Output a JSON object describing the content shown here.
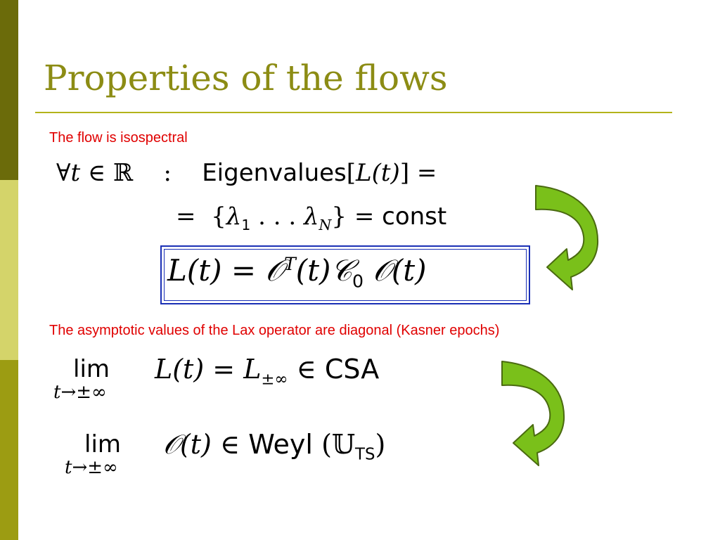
{
  "slide": {
    "title": "Properties of the flows",
    "caption_1": "The flow is isospectral",
    "caption_2": "The asymptotic values of the Lax operator are diagonal (Kasner epochs)"
  },
  "equations": {
    "eq1": {
      "forall": "∀",
      "t": "t",
      "in": "∈",
      "reals": "ℝ",
      "colon": ":",
      "eigenvalues": "Eigenvalues",
      "lbracket": "[",
      "L": "L",
      "paren_t": "(t)",
      "rbracket": "]",
      "equals": "="
    },
    "eq2": {
      "equals": "=",
      "set_open": "{",
      "lambda": "λ",
      "sub1": "1",
      "dots": " . . . ",
      "subN": "N",
      "set_close": "}",
      "equals2": "=",
      "const": "const"
    },
    "eq3": {
      "L": "L",
      "paren_t": "(t)",
      "equals": "=",
      "O": "𝒪",
      "sup_T": "T",
      "paren_t2": "(t)",
      "C": "𝒞",
      "sub_0": "0",
      "O2": "𝒪",
      "paren_t3": "(t)"
    },
    "eq4": {
      "lim": "lim",
      "lim_sub": "t→±∞",
      "L": "L",
      "paren_t": "(t)",
      "equals": "=",
      "L2": "L",
      "sub_pm_inf": "±∞",
      "in": "∈",
      "csa": "CSA"
    },
    "eq5": {
      "lim": "lim",
      "lim_sub": "t→±∞",
      "O": "𝒪",
      "paren_t": "(t)",
      "in": "∈",
      "weyl": "Weyl",
      "lparen": "(",
      "U": "𝕌",
      "sub_TS": "TS",
      "rparen": ")"
    }
  },
  "colors": {
    "title": "#8c8c14",
    "caption": "#e00000",
    "box_border": "#1a2fb5",
    "arrow_fill": "#7ac01a",
    "arrow_stroke": "#4a6a10"
  },
  "icons": [
    "curved-arrow-icon",
    "curved-arrow-icon"
  ]
}
